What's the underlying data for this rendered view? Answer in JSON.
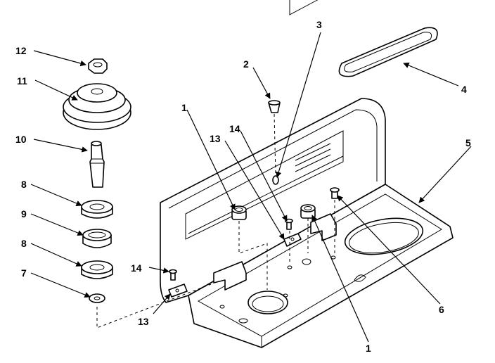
{
  "callouts": {
    "c1_top": "1",
    "c1_bottom": "1",
    "c2": "2",
    "c3": "3",
    "c4": "4",
    "c5": "5",
    "c6": "6",
    "c7": "7",
    "c8_top": "8",
    "c8_bottom": "8",
    "c9": "9",
    "c10": "10",
    "c11": "11",
    "c12": "12",
    "c13_left": "13",
    "c13_mid": "13",
    "c14_left": "14",
    "c14_mid": "14"
  }
}
